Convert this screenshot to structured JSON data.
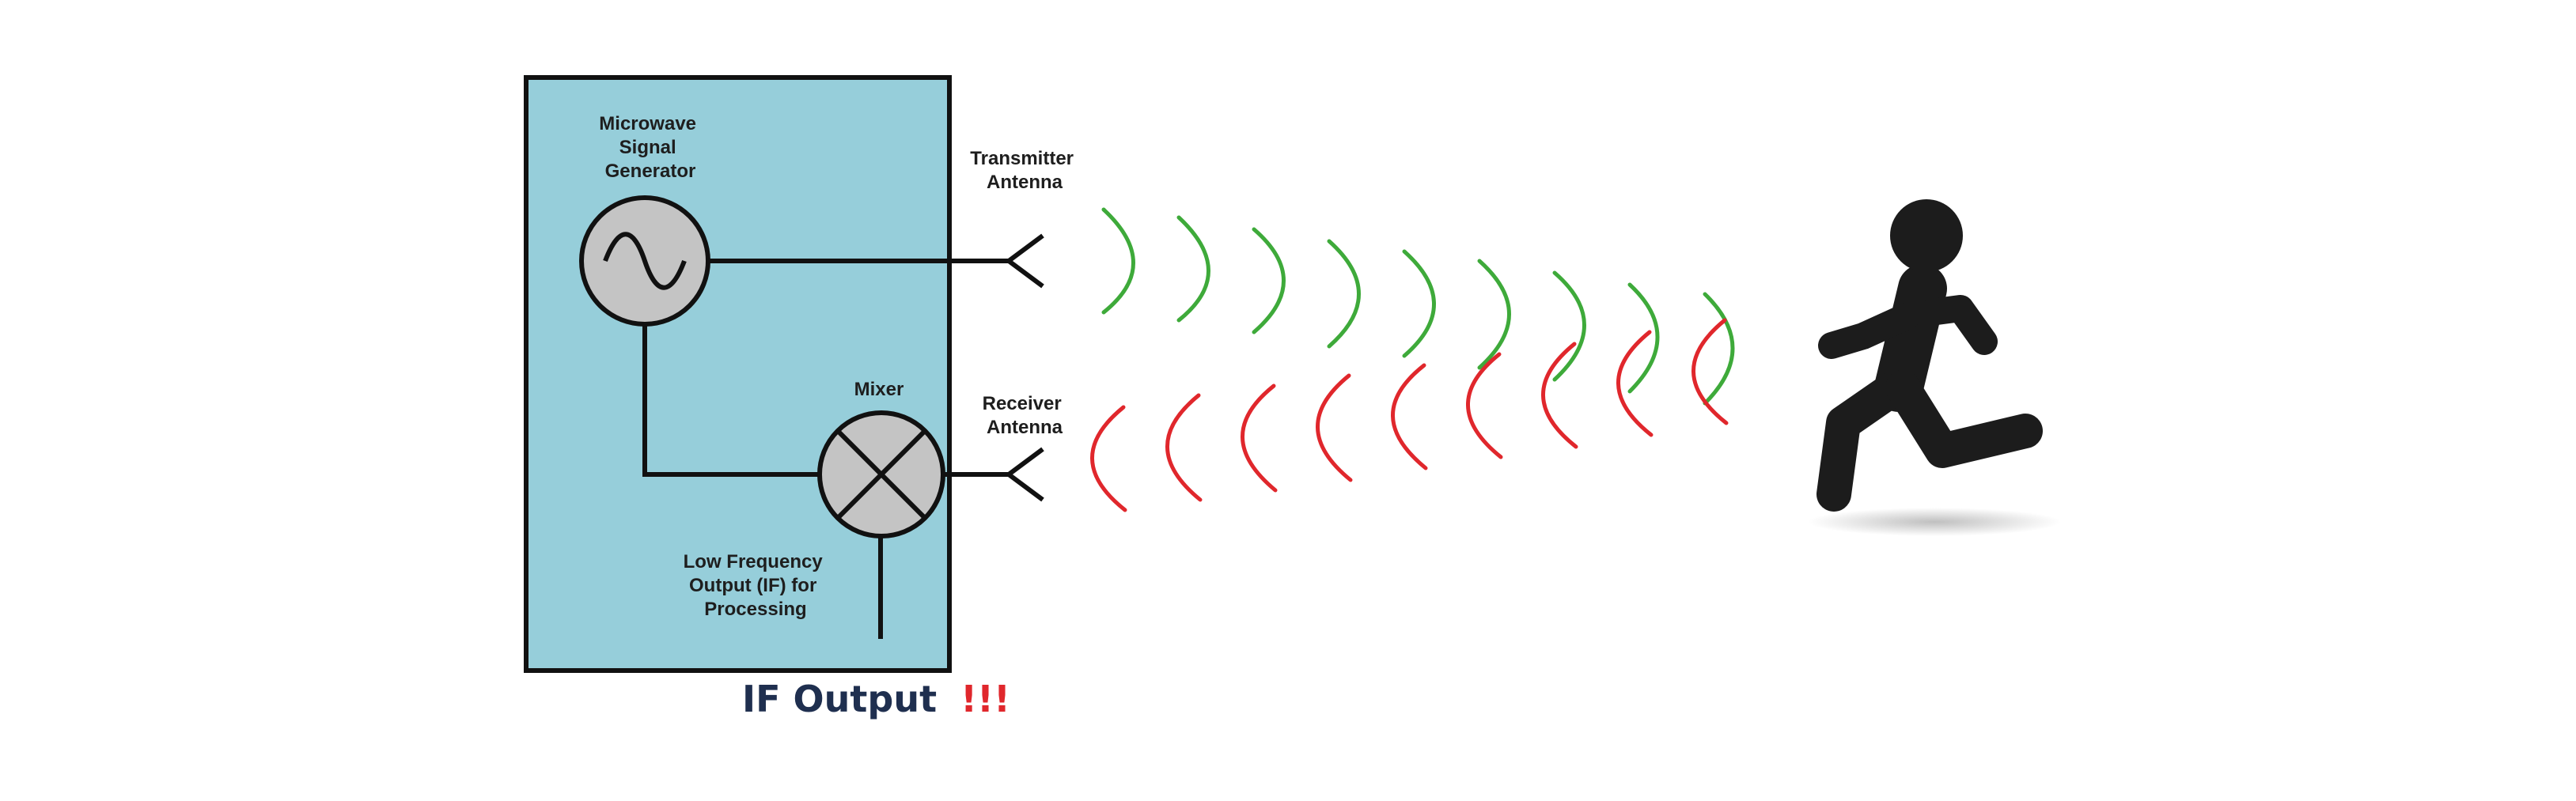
{
  "labels": {
    "generator_line1": "Microwave",
    "generator_line2": "Signal",
    "generator_line3": "Generator",
    "mixer": "Mixer",
    "transmitter_line1": "Transmitter",
    "transmitter_line2": "Antenna",
    "receiver_line1": "Receiver",
    "receiver_line2": "Antenna",
    "output_line1": "Low Frequency",
    "output_line2": "Output (IF) for",
    "output_line3": "Processing"
  },
  "caption": {
    "text": "IF Output",
    "emphasis": "!!!"
  },
  "colors": {
    "box_fill": "#96ceda",
    "component_fill": "#c4c4c4",
    "line": "#111111",
    "transmitted_wave": "#3eaa3a",
    "reflected_wave": "#e0272c",
    "caption": "#1f2f4f",
    "caption_emphasis": "#e0272c",
    "person": "#1c1c1c"
  },
  "icons": {
    "generator": "sine-wave-source-icon",
    "mixer": "mixer-cross-icon",
    "antenna": "antenna-icon",
    "target": "running-person-icon"
  }
}
